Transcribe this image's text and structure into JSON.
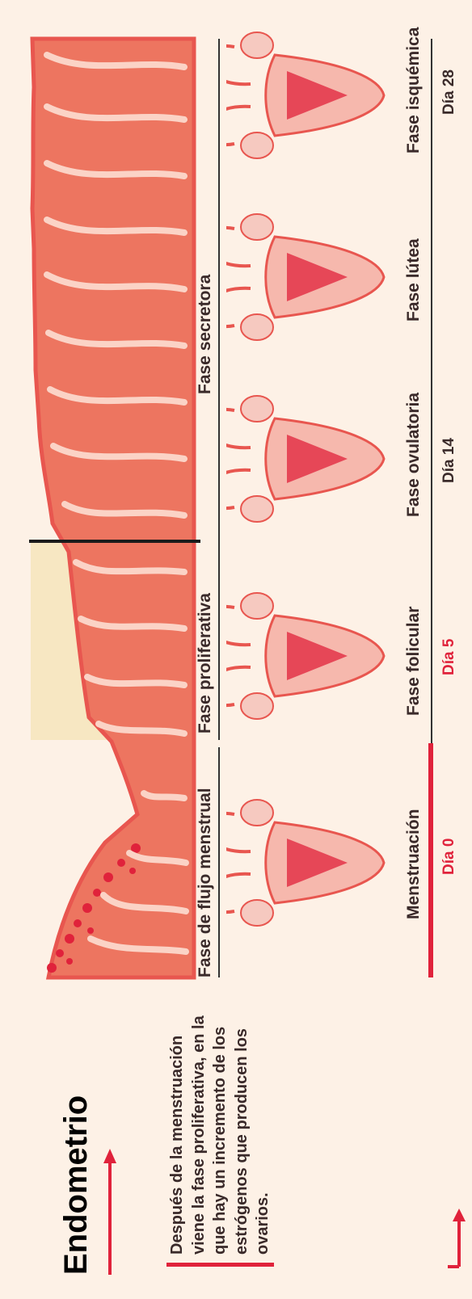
{
  "title": "Endometrio",
  "description": "Después de la menstruación viene la fase proliferativa, en la que hay un incremento de los estrógenos que producen los ovarios.",
  "phases": {
    "flow": "Fase de flujo menstrual",
    "proliferative": "Fase proliferativa",
    "secretory": "Fase secretora"
  },
  "stages": [
    {
      "label": "Menstruación",
      "day": "Día 0"
    },
    {
      "label": "Fase folicular",
      "day": "Día 5"
    },
    {
      "label": "Fase ovulatoria",
      "day": "Día 14"
    },
    {
      "label": "Fase lútea",
      "day": ""
    },
    {
      "label": "Fase isquémica",
      "day": "Día 28"
    }
  ],
  "colors": {
    "background": "#fdf1e6",
    "accent": "#e0223b",
    "endometrium": "#ed7560",
    "endometrium_edge": "#e8564f",
    "gland": "#fbd3c6",
    "highlight": "#f7e7c2",
    "text": "#3a2a2a"
  }
}
